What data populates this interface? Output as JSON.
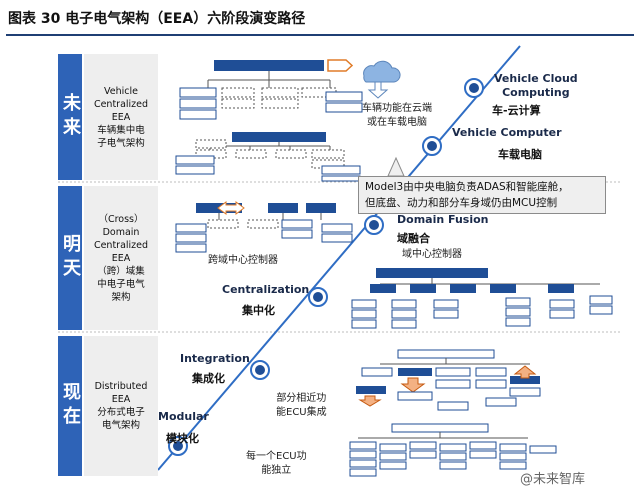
{
  "figure_title": "图表 30   电子电气架构（EEA）六阶段演变路径",
  "eras": [
    {
      "label": "未来",
      "desc": [
        "Vehicle",
        "Centralized",
        "EEA",
        "车辆集中电",
        "子电气架构"
      ]
    },
    {
      "label": "明天",
      "desc": [
        "（Cross）",
        "Domain",
        "Centralized",
        "EEA",
        "（跨）域集",
        "中电子电气",
        "架构"
      ]
    },
    {
      "label": "现在",
      "desc": [
        "Distributed",
        "EEA",
        "分布式电子",
        "电气架构"
      ]
    }
  ],
  "stages": [
    {
      "en": "Modular",
      "cn": "模块化"
    },
    {
      "en": "Integration",
      "cn": "集成化"
    },
    {
      "en": "Centralization",
      "cn": "集中化"
    },
    {
      "en": "Domain Fusion",
      "cn": "域融合"
    },
    {
      "en": "Vehicle Computer",
      "cn": "车载电脑"
    },
    {
      "en": "Vehicle Cloud Computing",
      "en_lines": [
        "Vehicle Cloud",
        "Computing"
      ],
      "cn": "车-云计算"
    }
  ],
  "notes": {
    "modular": [
      "每一个ECU功",
      "能独立"
    ],
    "integration": [
      "部分相近功",
      "能ECU集成"
    ],
    "centralization": "跨域中心控制器",
    "domain_fusion": "域中心控制器",
    "cloud": [
      "车辆功能在云端",
      "或在车载电脑"
    ]
  },
  "callout": [
    "Model3由中央电脑负责ADAS和智能座舱，",
    "但底盘、动力和部分车身域仍由MCU控制"
  ],
  "watermark": "@未来智库",
  "colors": {
    "accent_blue": "#2e63b7",
    "dark_blue": "#1f4e96",
    "line_blue": "#2f6dc4",
    "desc_bg": "#eeeeee",
    "title_rule": "#1f3f74"
  },
  "icons": [
    "cloud-icon",
    "arrow-right-icon",
    "stage-node-icon"
  ]
}
